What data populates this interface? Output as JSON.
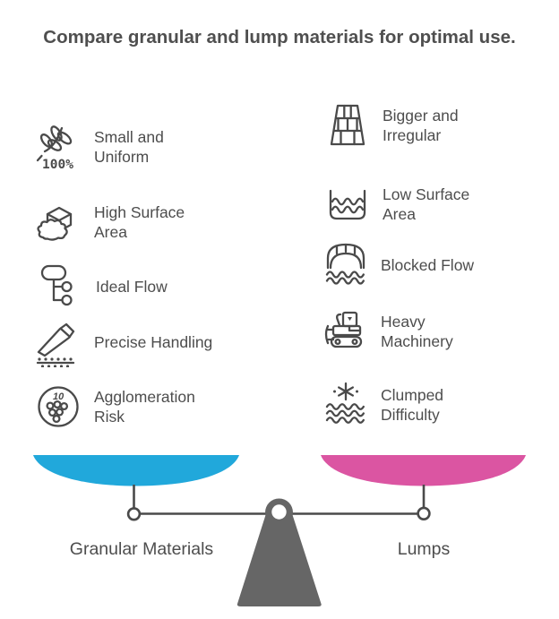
{
  "title": "Compare granular and lump materials for optimal use.",
  "colors": {
    "granular_pan": "#21a8db",
    "lumps_pan": "#db55a2",
    "icon_stroke": "#4a4a4a",
    "text": "#4d4d4d",
    "title": "#4f4f4f",
    "fulcrum": "#666666",
    "beam": "#4a4a4a"
  },
  "left_column": {
    "items": [
      {
        "label": "Small and Uniform",
        "icon": "wheat-grain-icon"
      },
      {
        "label": "High Surface Area",
        "icon": "cube-cloud-icon"
      },
      {
        "label": "Ideal Flow",
        "icon": "flowchart-icon"
      },
      {
        "label": "Precise Handling",
        "icon": "knife-icon"
      },
      {
        "label": "Agglomeration Risk",
        "icon": "agglomerate-circle-icon"
      }
    ]
  },
  "right_column": {
    "items": [
      {
        "label": "Bigger and Irregular",
        "icon": "brick-wall-icon"
      },
      {
        "label": "Low Surface Area",
        "icon": "water-container-icon"
      },
      {
        "label": "Blocked Flow",
        "icon": "dome-waves-icon"
      },
      {
        "label": "Heavy Machinery",
        "icon": "bulldozer-icon"
      },
      {
        "label": "Clumped Difficulty",
        "icon": "snowflake-waves-icon"
      }
    ]
  },
  "icons": {
    "wheat_percent": "100%",
    "agglomerate_count": "10"
  },
  "scale": {
    "left_label": "Granular Materials",
    "right_label": "Lumps"
  }
}
